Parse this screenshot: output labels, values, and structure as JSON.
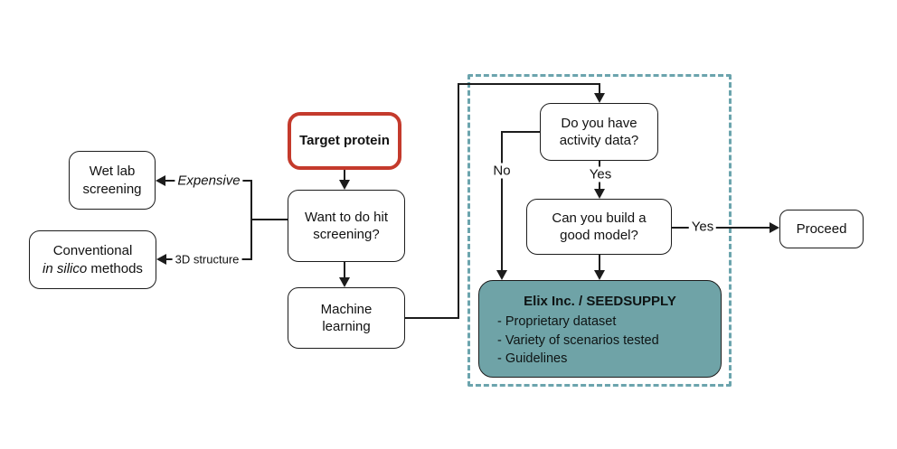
{
  "colors": {
    "target_border": "#c43a2c",
    "elix_fill": "#6fa3a7",
    "dashed_border": "#6ba4ad",
    "line": "#1c1c1c"
  },
  "nodes": {
    "wet_lab": {
      "line1": "Wet lab",
      "line2": "screening"
    },
    "conventional": {
      "line1": "Conventional",
      "line2_italic": "in silico",
      "line2_rest": " methods"
    },
    "target_protein": {
      "label": "Target protein"
    },
    "hit_screening": {
      "line1": "Want to do hit",
      "line2": "screening?"
    },
    "machine_learning": {
      "line1": "Machine",
      "line2": "learning"
    },
    "activity_data": {
      "line1": "Do you have",
      "line2": "activity data?"
    },
    "good_model": {
      "line1": "Can you build a",
      "line2": "good model?"
    },
    "proceed": {
      "label": "Proceed"
    },
    "elix": {
      "title": "Elix Inc. / SEEDSUPPLY",
      "bullets": [
        "- Proprietary dataset",
        "- Variety of scenarios tested",
        "- Guidelines"
      ]
    }
  },
  "edge_labels": {
    "expensive": "Expensive",
    "structure_3d": "3D structure",
    "no": "No",
    "yes_activity": "Yes",
    "yes_model": "Yes"
  }
}
